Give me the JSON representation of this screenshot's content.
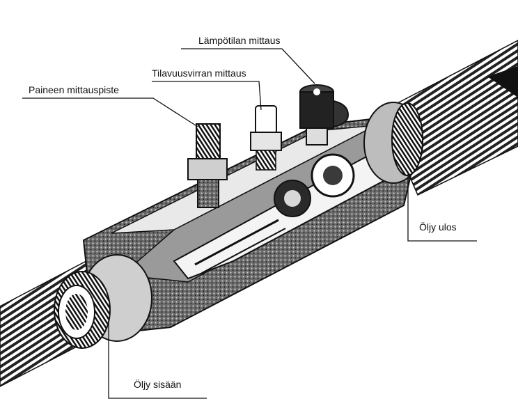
{
  "labels": {
    "temperature": "Lämpötilan mittaus",
    "flow": "Tilavuusvirran mittaus",
    "pressure": "Paineen mittauspiste",
    "oil_out": "Öljy ulos",
    "oil_in": "Öljy sisään"
  },
  "colors": {
    "ink": "#111111",
    "paper": "#ffffff",
    "shade": "#8a8a8a"
  },
  "icons": {
    "arrow": "flow-direction-arrow-icon"
  }
}
